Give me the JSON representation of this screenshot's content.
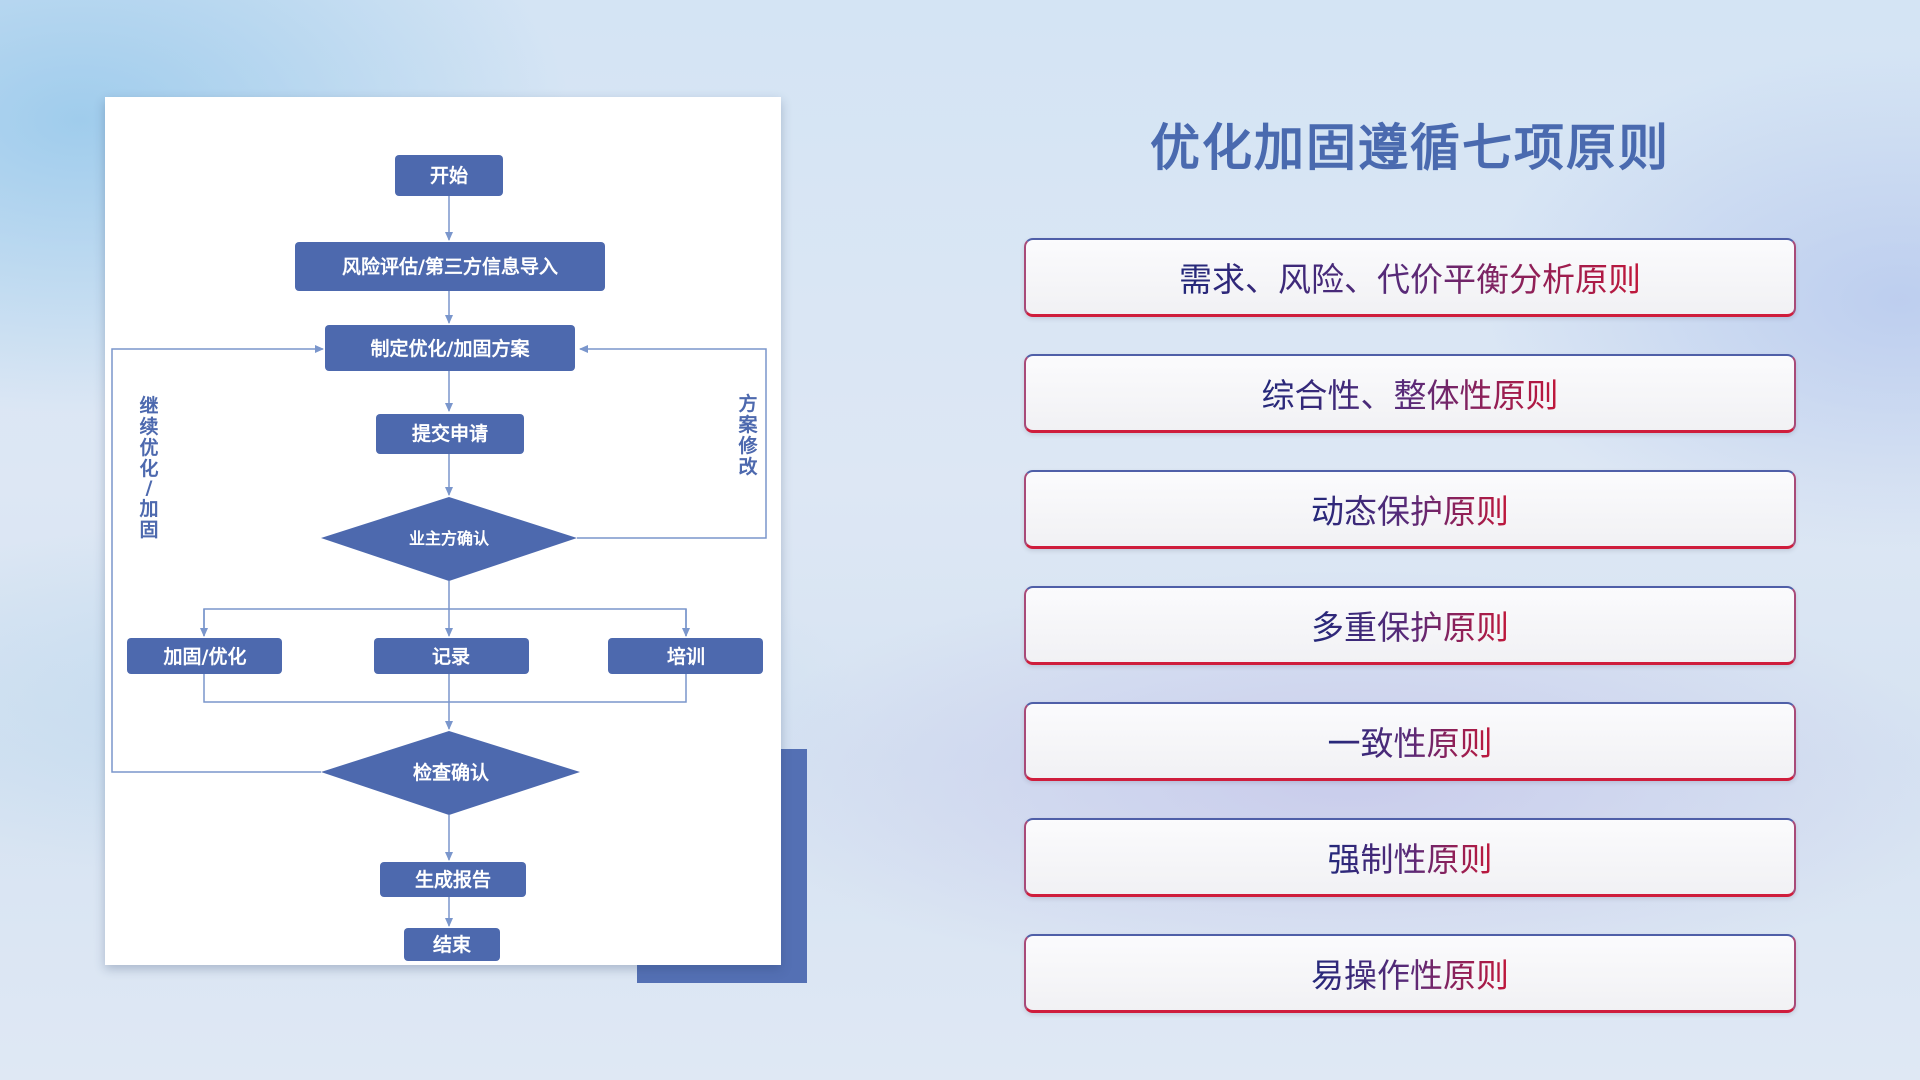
{
  "title": "优化加固遵循七项原则",
  "flow": {
    "start": "开始",
    "risk": "风险评估/第三方信息导入",
    "plan": "制定优化/加固方案",
    "submit": "提交申请",
    "confirm": "业主方确认",
    "reinforce": "加固/优化",
    "record": "记录",
    "train": "培训",
    "check": "检查确认",
    "report": "生成报告",
    "end": "结束",
    "loop_left": [
      "继",
      "续",
      "优",
      "化",
      "/",
      "加",
      "固"
    ],
    "loop_right": [
      "方",
      "案",
      "修",
      "改"
    ]
  },
  "principles": [
    "需求、风险、代价平衡分析原则",
    "综合性、整体性原则",
    "动态保护原则",
    "多重保护原则",
    "一致性原则",
    "强制性原则",
    "易操作性原则"
  ],
  "colors": {
    "node": "#4d69ae",
    "arrow": "#7a96cc",
    "title": "#4a6aaf",
    "accent": "#5470b4"
  }
}
